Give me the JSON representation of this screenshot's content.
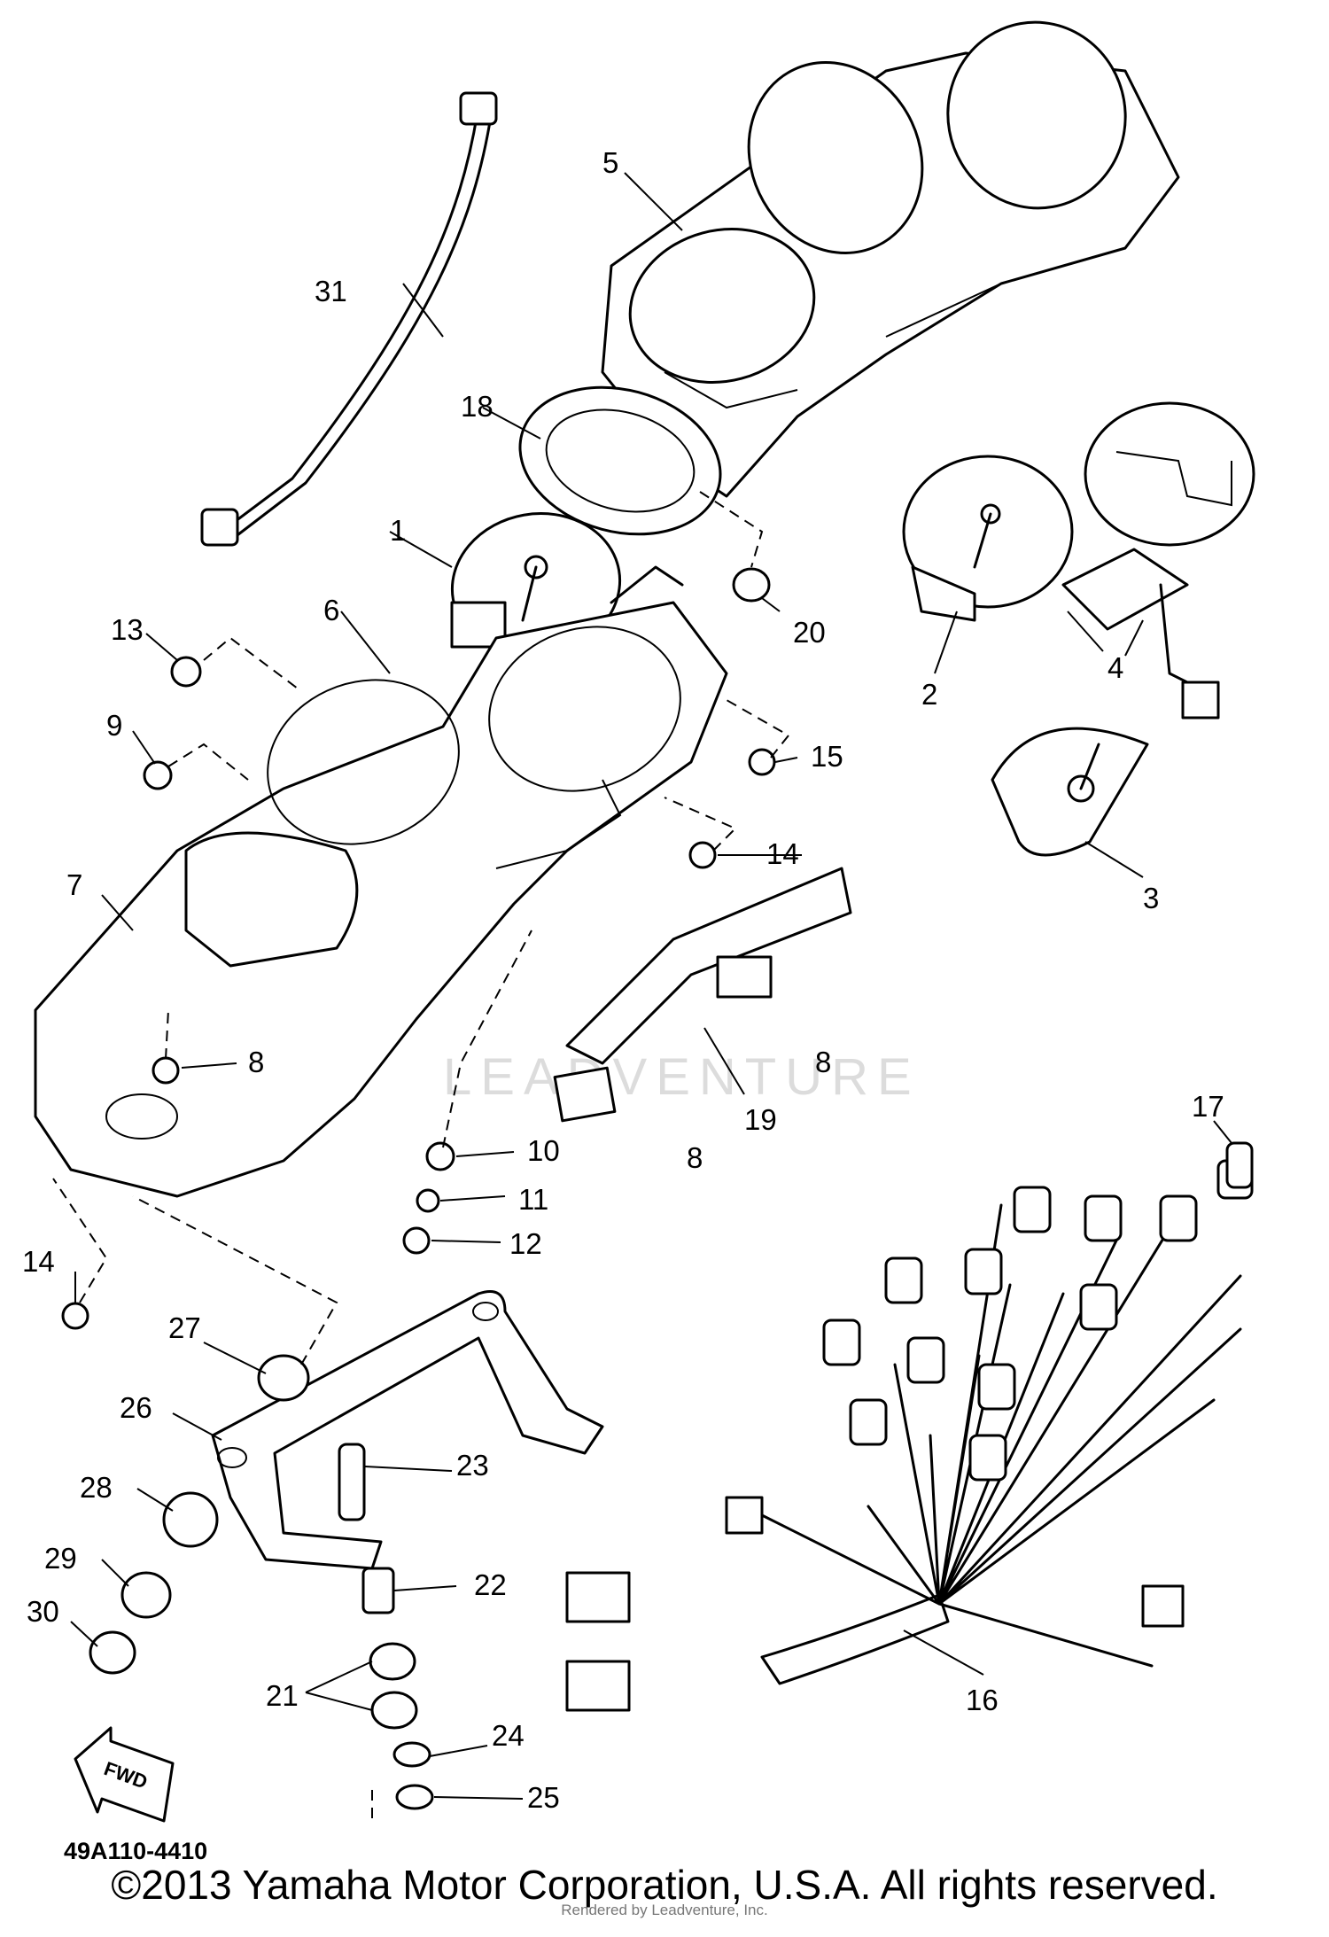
{
  "diagram": {
    "part_number": "49A110-4410",
    "fwd_label": "FWD",
    "watermark": "LEADVENTURE",
    "callouts": [
      "1",
      "2",
      "3",
      "4",
      "5",
      "6",
      "7",
      "8",
      "8",
      "8",
      "9",
      "10",
      "11",
      "12",
      "13",
      "14",
      "14",
      "15",
      "16",
      "17",
      "18",
      "19",
      "20",
      "21",
      "22",
      "23",
      "24",
      "25",
      "26",
      "27",
      "28",
      "29",
      "30",
      "31"
    ]
  },
  "footer": {
    "copyright": "©2013 Yamaha Motor Corporation, U.S.A. All rights reserved.",
    "rendered_by": "Rendered by Leadventure, Inc."
  }
}
